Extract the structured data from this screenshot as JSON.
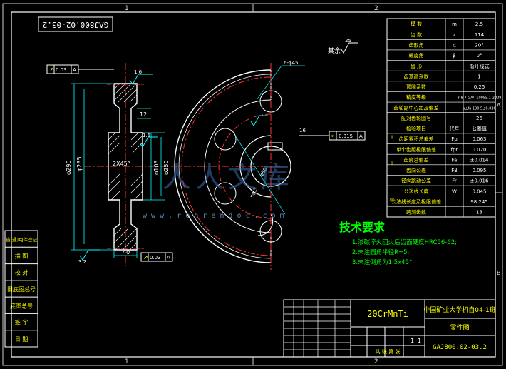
{
  "border": {
    "zone_top": [
      "1",
      "2"
    ],
    "zone_bottom": [
      "1",
      "2"
    ],
    "zone_right": [
      "A",
      "B"
    ]
  },
  "drawing_code_rotated": "GAJ800.02-03.2",
  "params_table": [
    [
      "模  数",
      "m",
      "2.5"
    ],
    [
      "齿  数",
      "z",
      "114"
    ],
    [
      "齿形角",
      "α",
      "20°"
    ],
    [
      "螺旋角",
      "β",
      "0°"
    ],
    [
      "齿  形",
      "",
      "渐开线式"
    ],
    [
      "齿顶高系数",
      "",
      "1"
    ],
    [
      "顶隙系数",
      "",
      "0.25"
    ],
    [
      "精度等级",
      "",
      "8-8-7 GA/T10095.1-2008"
    ],
    [
      "齿轮副中心距及偏差",
      "",
      "a±fa 190.5±0.036"
    ],
    [
      "配对齿轮图号",
      "",
      "26"
    ],
    [
      "检验项目",
      "代号",
      "公差值"
    ],
    [
      "齿距累积总偏差",
      "Fp",
      "0.063"
    ],
    [
      "单个齿距极限偏差",
      "fpt",
      "0.020"
    ],
    [
      "齿廓总偏差",
      "Fa",
      "±0.014"
    ],
    [
      "齿向公差",
      "Fβ",
      "0.095"
    ],
    [
      "径向跳动公差",
      "Fr",
      "±0.016"
    ],
    [
      "公法线长度",
      "W",
      "0.045"
    ],
    [
      "公法线长度及极限偏差",
      "",
      "98.245"
    ],
    [
      "跨测齿数",
      "",
      "13"
    ]
  ],
  "params_group_labels": [
    "I",
    "II",
    "III"
  ],
  "tech_req": {
    "title": "技术要求",
    "items": [
      "1.渗碳淬火回火后齿面硬度HRC56-62;",
      "2.未注圆角半径R=5;",
      "3.未注倒角为1.5x45°."
    ]
  },
  "title_block": {
    "material": "20CrMnTi",
    "school": "中国矿业大学机自04-1班",
    "part_name": "零件图",
    "drawing_code": "GAJ800.02-03.2",
    "scale_vals": [
      "1",
      "1"
    ],
    "sheet": "共 张 第 张"
  },
  "left_panel": [
    "借(通)用件登记",
    "描  图",
    "校  对",
    "旧底图总号",
    "底图总号",
    "签  字",
    "日  期"
  ],
  "annotations": {
    "tol_top_left": "0.03",
    "tol_top_ref": "A",
    "tol_bottom_left": "0.03",
    "tol_bottom_ref": "A",
    "tol_right": "0.015",
    "tol_right_ref": "A",
    "rough_top": "1.6",
    "rough_hub": "1.6",
    "rough_bottom": "3.2",
    "rough_other": "25",
    "rough_other_label": "其余",
    "dim_width": "40",
    "dim_12": "12",
    "dim_outer": "φ290",
    "dim_root": "φ285",
    "dim_hub": "φ103",
    "dim_bore": "φ250",
    "dim_cham": "2X45°",
    "dim_holes": "6-φ45",
    "dim_keyway": "16",
    "dim_key_h": "59.3",
    "dim_bore_d": "φ80"
  },
  "watermark": {
    "text": "人人文库",
    "url": "w w w . r e n r e n d o c . c o m"
  }
}
